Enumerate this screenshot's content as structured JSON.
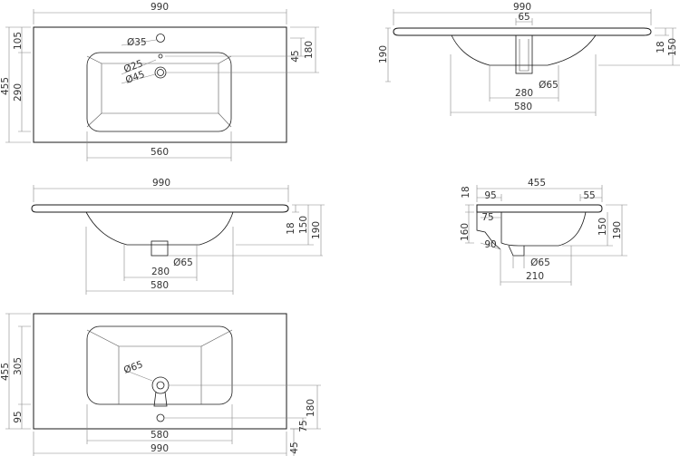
{
  "views": {
    "top_view_1": {
      "width": "990",
      "depth": "455",
      "d_105": "105",
      "d_290": "290",
      "d_180": "180",
      "d_45": "45",
      "d_560": "560",
      "dia_35": "Ø35",
      "dia_25": "Ø25",
      "dia_45": "Ø45"
    },
    "front_view_1": {
      "width": "990",
      "d_65": "65",
      "d_190": "190",
      "d_18": "18",
      "d_150": "150",
      "d_280": "280",
      "dia_65": "Ø65",
      "d_580": "580"
    },
    "front_view_2": {
      "width": "990",
      "d_18": "18",
      "d_150": "150",
      "d_190": "190",
      "d_280": "280",
      "dia_65": "Ø65",
      "d_580": "580"
    },
    "side_view": {
      "depth": "455",
      "d_18": "18",
      "d_95": "95",
      "d_55": "55",
      "d_75": "75",
      "d_160": "160",
      "d_90": "90",
      "d_150": "150",
      "d_190": "190",
      "dia_65": "Ø65",
      "d_210": "210"
    },
    "top_view_2": {
      "depth": "455",
      "d_305": "305",
      "d_95": "95",
      "dia_65": "Ø65",
      "d_180": "180",
      "d_75": "75",
      "d_580": "580",
      "width": "990",
      "d_45": "45"
    }
  }
}
